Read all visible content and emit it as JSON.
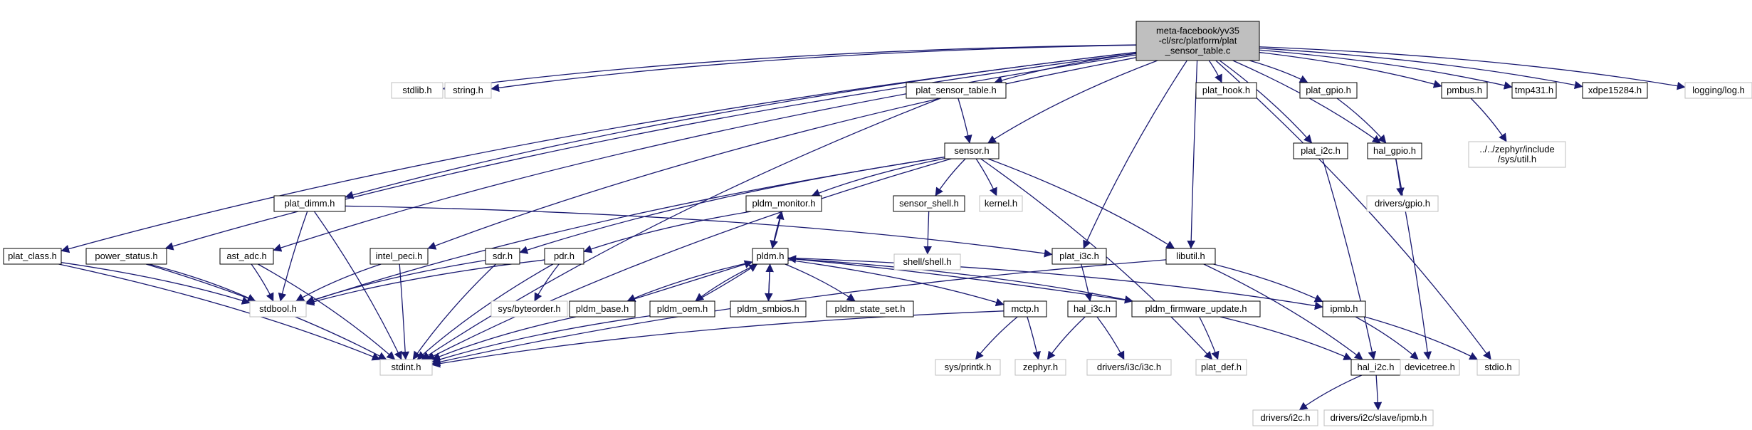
{
  "colors": {
    "edge": "#191970",
    "root_fill": "#bfbfbf",
    "root_border": "#000000",
    "node_border": "#000000",
    "external_border": "#bfbfbf",
    "node_fill": "#ffffff"
  },
  "nodes": {
    "root": {
      "lines": [
        "meta-facebook/yv35",
        "-cl/src/platform/plat",
        "_sensor_table.c"
      ],
      "kind": "root"
    },
    "stdlib": {
      "lines": [
        "stdlib.h"
      ],
      "kind": "external"
    },
    "string": {
      "lines": [
        "string.h"
      ],
      "kind": "external"
    },
    "plat_sensor_table_h": {
      "lines": [
        "plat_sensor_table.h"
      ],
      "kind": "internal"
    },
    "plat_hook": {
      "lines": [
        "plat_hook.h"
      ],
      "kind": "internal"
    },
    "plat_gpio": {
      "lines": [
        "plat_gpio.h"
      ],
      "kind": "internal"
    },
    "pmbus": {
      "lines": [
        "pmbus.h"
      ],
      "kind": "internal"
    },
    "tmp431": {
      "lines": [
        "tmp431.h"
      ],
      "kind": "internal"
    },
    "xdpe15284": {
      "lines": [
        "xdpe15284.h"
      ],
      "kind": "internal"
    },
    "logging_log": {
      "lines": [
        "logging/log.h"
      ],
      "kind": "external"
    },
    "sensor": {
      "lines": [
        "sensor.h"
      ],
      "kind": "internal"
    },
    "plat_i2c": {
      "lines": [
        "plat_i2c.h"
      ],
      "kind": "internal"
    },
    "hal_gpio": {
      "lines": [
        "hal_gpio.h"
      ],
      "kind": "internal"
    },
    "sys_util": {
      "lines": [
        "../../zephyr/include",
        "/sys/util.h"
      ],
      "kind": "external"
    },
    "pldm_monitor": {
      "lines": [
        "pldm_monitor.h"
      ],
      "kind": "internal"
    },
    "sensor_shell": {
      "lines": [
        "sensor_shell.h"
      ],
      "kind": "internal"
    },
    "kernel": {
      "lines": [
        "kernel.h"
      ],
      "kind": "external"
    },
    "drivers_gpio": {
      "lines": [
        "drivers/gpio.h"
      ],
      "kind": "external"
    },
    "plat_dimm": {
      "lines": [
        "plat_dimm.h"
      ],
      "kind": "internal"
    },
    "shell_shell": {
      "lines": [
        "shell/shell.h"
      ],
      "kind": "external"
    },
    "plat_class": {
      "lines": [
        "plat_class.h"
      ],
      "kind": "internal"
    },
    "power_status": {
      "lines": [
        "power_status.h"
      ],
      "kind": "internal"
    },
    "ast_adc": {
      "lines": [
        "ast_adc.h"
      ],
      "kind": "internal"
    },
    "intel_peci": {
      "lines": [
        "intel_peci.h"
      ],
      "kind": "internal"
    },
    "sdr": {
      "lines": [
        "sdr.h"
      ],
      "kind": "internal"
    },
    "pdr": {
      "lines": [
        "pdr.h"
      ],
      "kind": "internal"
    },
    "pldm": {
      "lines": [
        "pldm.h"
      ],
      "kind": "internal"
    },
    "plat_i3c": {
      "lines": [
        "plat_i3c.h"
      ],
      "kind": "internal"
    },
    "libutil": {
      "lines": [
        "libutil.h"
      ],
      "kind": "internal"
    },
    "stdbool": {
      "lines": [
        "stdbool.h"
      ],
      "kind": "external"
    },
    "sys_byteorder": {
      "lines": [
        "sys/byteorder.h"
      ],
      "kind": "external"
    },
    "pldm_base": {
      "lines": [
        "pldm_base.h"
      ],
      "kind": "internal"
    },
    "pldm_oem": {
      "lines": [
        "pldm_oem.h"
      ],
      "kind": "internal"
    },
    "pldm_smbios": {
      "lines": [
        "pldm_smbios.h"
      ],
      "kind": "internal"
    },
    "pldm_state_set": {
      "lines": [
        "pldm_state_set.h"
      ],
      "kind": "internal"
    },
    "mctp": {
      "lines": [
        "mctp.h"
      ],
      "kind": "internal"
    },
    "hal_i3c": {
      "lines": [
        "hal_i3c.h"
      ],
      "kind": "internal"
    },
    "pldm_firmware_update": {
      "lines": [
        "pldm_firmware_update.h"
      ],
      "kind": "internal"
    },
    "ipmb": {
      "lines": [
        "ipmb.h"
      ],
      "kind": "internal"
    },
    "stdint": {
      "lines": [
        "stdint.h"
      ],
      "kind": "external"
    },
    "sys_printk": {
      "lines": [
        "sys/printk.h"
      ],
      "kind": "external"
    },
    "zephyr_h": {
      "lines": [
        "zephyr.h"
      ],
      "kind": "external"
    },
    "drivers_i3c": {
      "lines": [
        "drivers/i3c/i3c.h"
      ],
      "kind": "external"
    },
    "plat_def": {
      "lines": [
        "plat_def.h"
      ],
      "kind": "external"
    },
    "hal_i2c": {
      "lines": [
        "hal_i2c.h"
      ],
      "kind": "internal"
    },
    "devicetree": {
      "lines": [
        "devicetree.h"
      ],
      "kind": "external"
    },
    "stdio": {
      "lines": [
        "stdio.h"
      ],
      "kind": "external"
    },
    "drivers_i2c": {
      "lines": [
        "drivers/i2c.h"
      ],
      "kind": "external"
    },
    "drivers_i2c_slave_ipmb": {
      "lines": [
        "drivers/i2c/slave/ipmb.h"
      ],
      "kind": "external"
    }
  },
  "edges": [
    [
      "root",
      "stdlib"
    ],
    [
      "root",
      "string"
    ],
    [
      "root",
      "plat_sensor_table_h"
    ],
    [
      "root",
      "plat_hook"
    ],
    [
      "root",
      "plat_gpio"
    ],
    [
      "root",
      "pmbus"
    ],
    [
      "root",
      "tmp431"
    ],
    [
      "root",
      "xdpe15284"
    ],
    [
      "root",
      "logging_log"
    ],
    [
      "root",
      "sensor"
    ],
    [
      "root",
      "plat_i2c"
    ],
    [
      "root",
      "hal_gpio"
    ],
    [
      "root",
      "plat_dimm"
    ],
    [
      "root",
      "plat_class"
    ],
    [
      "root",
      "power_status"
    ],
    [
      "root",
      "ast_adc"
    ],
    [
      "root",
      "intel_peci"
    ],
    [
      "root",
      "plat_i3c"
    ],
    [
      "root",
      "libutil"
    ],
    [
      "root",
      "stdio"
    ],
    [
      "plat_sensor_table_h",
      "sensor"
    ],
    [
      "plat_sensor_table_h",
      "stdint"
    ],
    [
      "plat_gpio",
      "hal_gpio"
    ],
    [
      "pmbus",
      "sys_util"
    ],
    [
      "sensor",
      "pldm_monitor"
    ],
    [
      "sensor",
      "sensor_shell"
    ],
    [
      "sensor",
      "kernel"
    ],
    [
      "sensor",
      "sdr"
    ],
    [
      "sensor",
      "stdbool"
    ],
    [
      "sensor",
      "stdint"
    ],
    [
      "sensor",
      "libutil"
    ],
    [
      "sensor",
      "plat_def"
    ],
    [
      "plat_i2c",
      "hal_i2c"
    ],
    [
      "hal_gpio",
      "drivers_gpio"
    ],
    [
      "hal_gpio",
      "devicetree"
    ],
    [
      "pldm_monitor",
      "pldm"
    ],
    [
      "pldm_monitor",
      "pdr"
    ],
    [
      "sensor_shell",
      "shell_shell"
    ],
    [
      "plat_dimm",
      "plat_i3c"
    ],
    [
      "plat_dimm",
      "stdbool"
    ],
    [
      "plat_dimm",
      "stdint"
    ],
    [
      "plat_class",
      "stdbool"
    ],
    [
      "plat_class",
      "stdint"
    ],
    [
      "power_status",
      "stdbool"
    ],
    [
      "power_status",
      "stdint"
    ],
    [
      "ast_adc",
      "stdbool"
    ],
    [
      "ast_adc",
      "stdint"
    ],
    [
      "intel_peci",
      "stdbool"
    ],
    [
      "intel_peci",
      "stdint"
    ],
    [
      "sdr",
      "stdbool"
    ],
    [
      "sdr",
      "stdint"
    ],
    [
      "pdr",
      "stdbool"
    ],
    [
      "pdr",
      "stdint"
    ],
    [
      "pdr",
      "sys_byteorder"
    ],
    [
      "pldm",
      "pldm_monitor"
    ],
    [
      "pldm",
      "pldm_base"
    ],
    [
      "pldm",
      "pldm_oem"
    ],
    [
      "pldm",
      "pldm_smbios"
    ],
    [
      "pldm",
      "pldm_state_set"
    ],
    [
      "pldm",
      "mctp"
    ],
    [
      "pldm",
      "pldm_firmware_update"
    ],
    [
      "pldm",
      "ipmb"
    ],
    [
      "pldm_base",
      "pldm"
    ],
    [
      "pldm_oem",
      "pldm"
    ],
    [
      "pldm_smbios",
      "pldm"
    ],
    [
      "pldm_firmware_update",
      "pldm"
    ],
    [
      "pldm_base",
      "stdint"
    ],
    [
      "pldm_oem",
      "stdint"
    ],
    [
      "plat_i3c",
      "hal_i3c"
    ],
    [
      "libutil",
      "stdint"
    ],
    [
      "libutil",
      "ipmb"
    ],
    [
      "libutil",
      "hal_i2c"
    ],
    [
      "mctp",
      "sys_printk"
    ],
    [
      "mctp",
      "zephyr_h"
    ],
    [
      "mctp",
      "stdint"
    ],
    [
      "hal_i3c",
      "zephyr_h"
    ],
    [
      "hal_i3c",
      "drivers_i3c"
    ],
    [
      "pldm_firmware_update",
      "plat_def"
    ],
    [
      "pldm_firmware_update",
      "hal_i2c"
    ],
    [
      "ipmb",
      "devicetree"
    ],
    [
      "ipmb",
      "stdio"
    ],
    [
      "hal_i2c",
      "drivers_i2c"
    ],
    [
      "hal_i2c",
      "drivers_i2c_slave_ipmb"
    ]
  ]
}
